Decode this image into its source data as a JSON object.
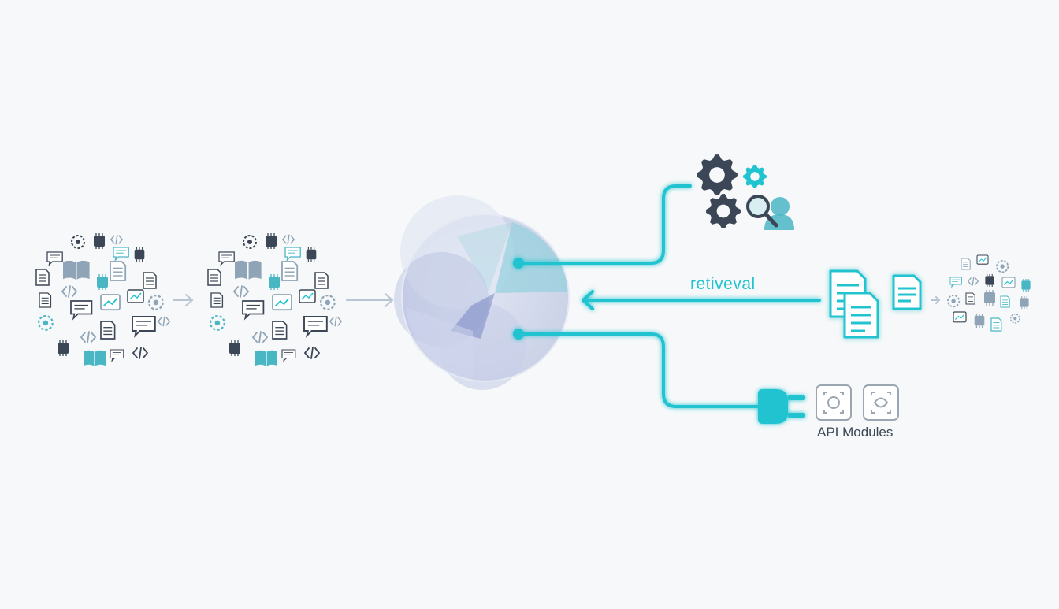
{
  "labels": {
    "retrieval": "retiveval",
    "api_modules": "API Modules"
  },
  "colors": {
    "accent": "#22c3d0",
    "dark": "#3b4656",
    "muted": "#8fa4b6",
    "orb_blue": "#6f7fc0",
    "orb_teal": "#7ec6d2",
    "background": "#f6f8f9"
  },
  "icon_clusters": [
    {
      "name": "source-data-cluster",
      "icons": [
        "book-icon",
        "code-icon",
        "document-icon",
        "chat-icon",
        "chip-icon",
        "gear-icon",
        "chart-icon"
      ]
    },
    {
      "name": "processed-data-cluster",
      "icons": [
        "book-icon",
        "code-icon",
        "document-icon",
        "chat-icon",
        "chip-icon",
        "gear-icon",
        "chart-icon"
      ]
    },
    {
      "name": "retrieved-data-cluster",
      "icons": [
        "document-icon",
        "chip-icon",
        "gear-icon",
        "chart-icon"
      ]
    }
  ],
  "right_nodes": [
    "gears-icon",
    "search-user-icon",
    "documents-icon",
    "plug-icon",
    "api-module-icon"
  ]
}
